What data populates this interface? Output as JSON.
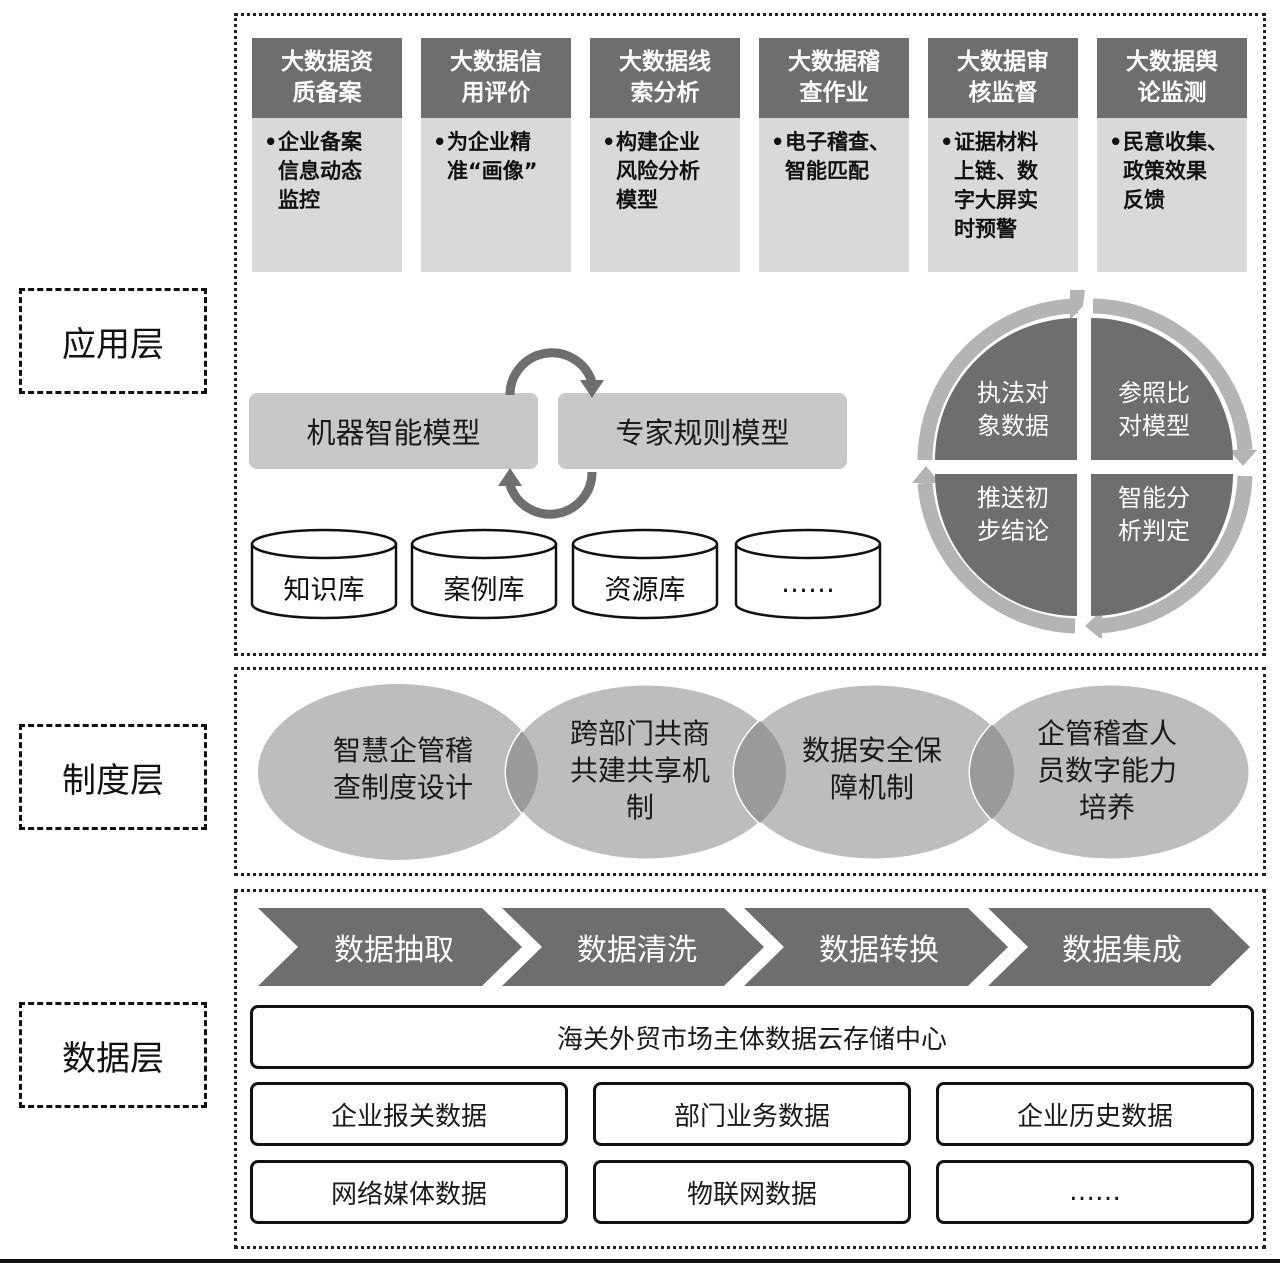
{
  "layers": {
    "application": "应用层",
    "institution": "制度层",
    "data": "数据层"
  },
  "application_cards": [
    {
      "title": "大数据资质备案",
      "title_lines": [
        "大数据资",
        "质备案"
      ],
      "body": "企业备案信息动态监控",
      "body_lines": [
        "企业备案",
        "信息动态",
        "监控"
      ]
    },
    {
      "title": "大数据信用评价",
      "title_lines": [
        "大数据信",
        "用评价"
      ],
      "body": "为企业精准“画像”",
      "body_lines": [
        "为企业精",
        "准“画像”"
      ]
    },
    {
      "title": "大数据线索分析",
      "title_lines": [
        "大数据线",
        "索分析"
      ],
      "body": "构建企业风险分析模型",
      "body_lines": [
        "构建企业",
        "风险分析",
        "模型"
      ]
    },
    {
      "title": "大数据稽查作业",
      "title_lines": [
        "大数据稽",
        "查作业"
      ],
      "body": "电子稽查、智能匹配",
      "body_lines": [
        "电子稽查、",
        "智能匹配"
      ]
    },
    {
      "title": "大数据审核监督",
      "title_lines": [
        "大数据审",
        "核监督"
      ],
      "body": "证据材料上链、数字大屏实时预警",
      "body_lines": [
        "证据材料",
        "上链、数",
        "字大屏实",
        "时预警"
      ]
    },
    {
      "title": "大数据舆论监测",
      "title_lines": [
        "大数据舆",
        "论监测"
      ],
      "body": "民意收集、政策效果反馈",
      "body_lines": [
        "民意收集、",
        "政策效果",
        "反馈"
      ]
    }
  ],
  "models": {
    "left": "机器智能模型",
    "right": "专家规则模型"
  },
  "databases": [
    "知识库",
    "案例库",
    "资源库",
    "……"
  ],
  "cycle": [
    {
      "position": "top-left",
      "lines": [
        "执法对",
        "象数据"
      ]
    },
    {
      "position": "top-right",
      "lines": [
        "参照比",
        "对模型"
      ]
    },
    {
      "position": "bottom-right",
      "lines": [
        "智能分",
        "析判定"
      ]
    },
    {
      "position": "bottom-left",
      "lines": [
        "推送初",
        "步结论"
      ]
    }
  ],
  "institution_items": [
    {
      "lines": [
        "智慧企管稽",
        "查制度设计"
      ]
    },
    {
      "lines": [
        "跨部门共商",
        "共建共享机",
        "制"
      ]
    },
    {
      "lines": [
        "数据安全保",
        "障机制"
      ]
    },
    {
      "lines": [
        "企管稽查人",
        "员数字能力",
        "培养"
      ]
    }
  ],
  "pipeline_steps": [
    "数据抽取",
    "数据清洗",
    "数据转换",
    "数据集成"
  ],
  "storage_center": "海关外贸市场主体数据云存储中心",
  "data_sources": [
    "企业报关数据",
    "部门业务数据",
    "企业历史数据",
    "网络媒体数据",
    "物联网数据",
    "……"
  ],
  "colors": {
    "dark_gray": "#6e6e6e",
    "light_gray": "#d9d9d9",
    "mid_gray": "#c8c8c8",
    "ring_gray": "#b4b4b4"
  }
}
